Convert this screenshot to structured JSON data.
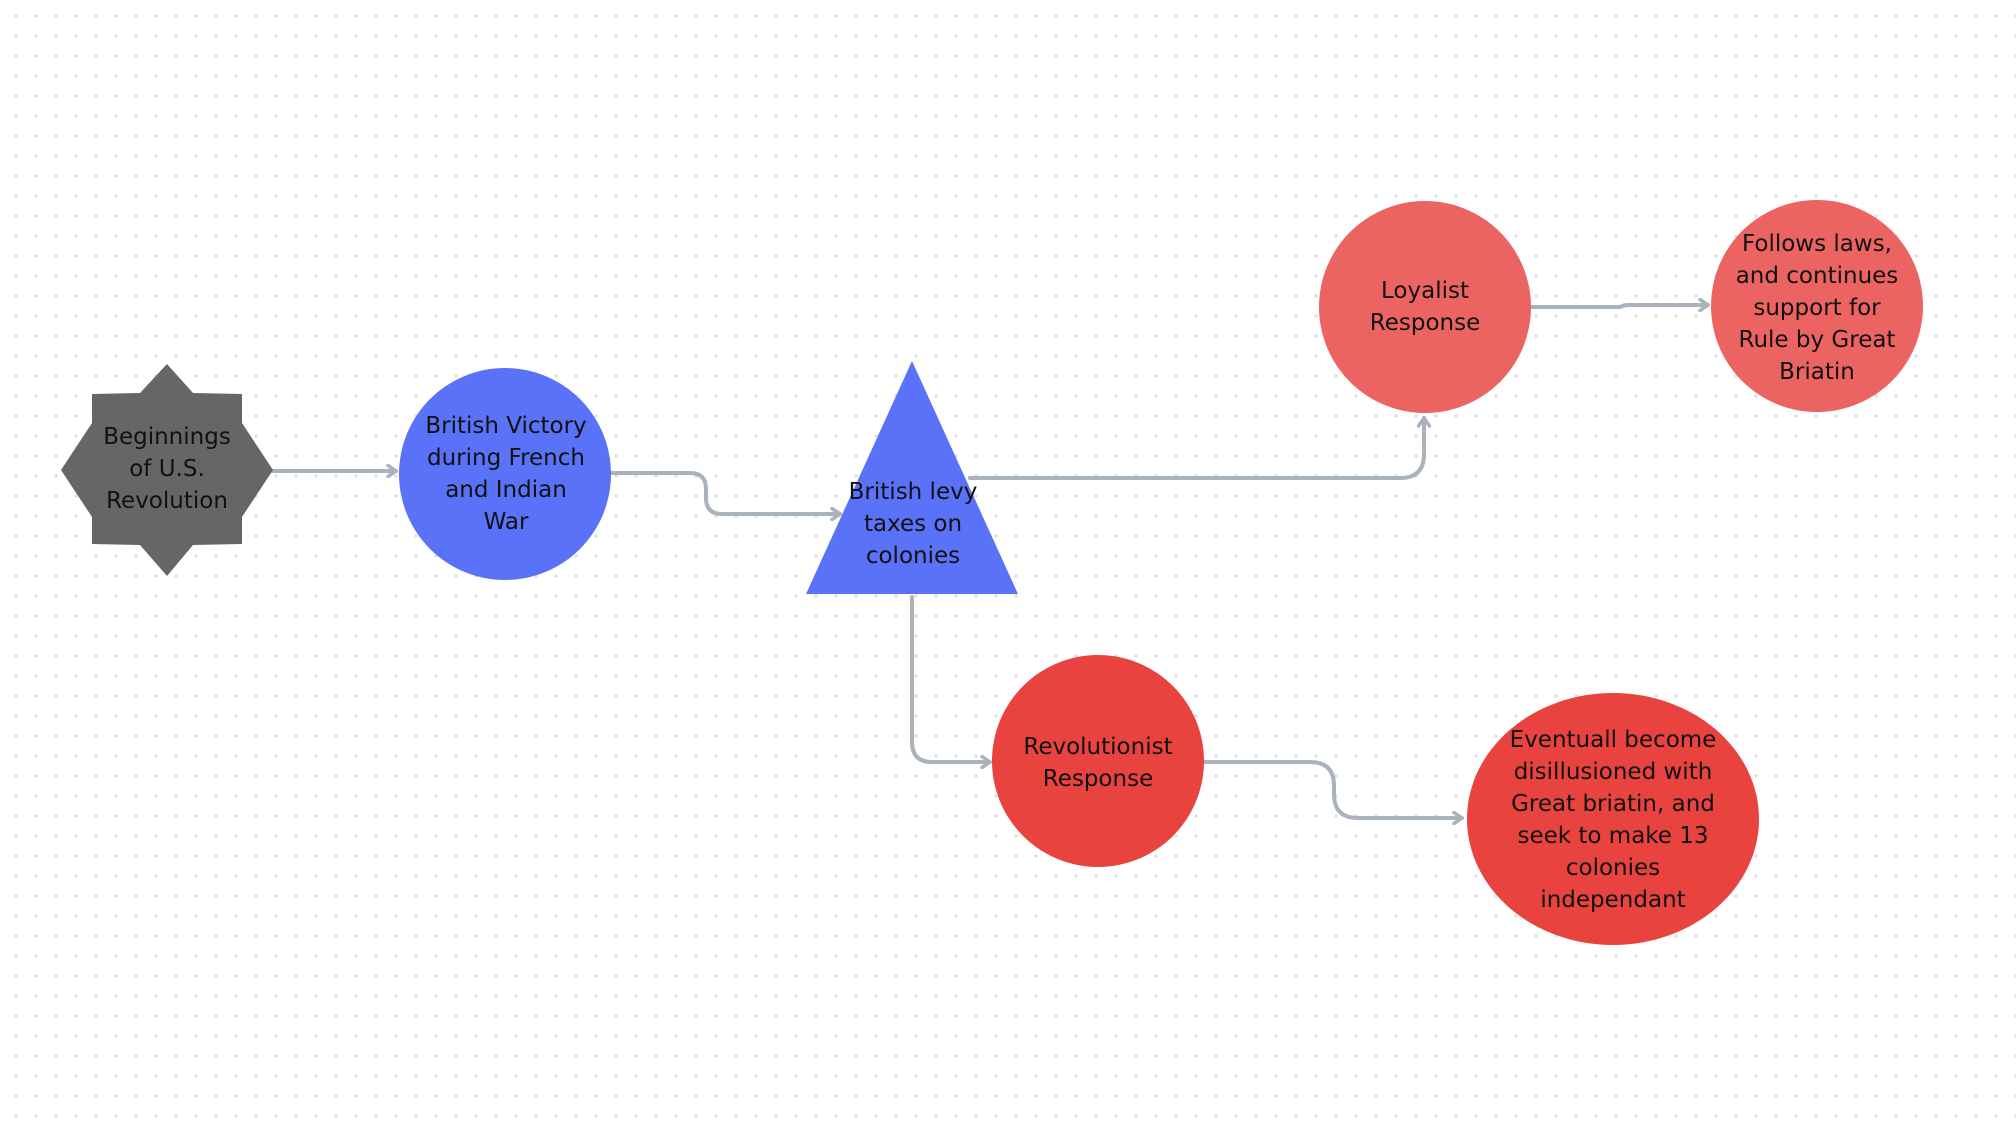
{
  "colors": {
    "start": "#666666",
    "blue": "#5a72f7",
    "loyalist": "#ec6461",
    "revolutionist": "#e8433f",
    "connector": "#aab2bb",
    "text": "#111111"
  },
  "nodes": {
    "start": {
      "label": "Beginnings\nof U.S.\nRevolution",
      "icon": "star-burst"
    },
    "victory": {
      "label": "British Victory\nduring French\nand Indian\nWar",
      "icon": "circle"
    },
    "taxes": {
      "label": "British levy\ntaxes on\ncolonies",
      "icon": "triangle"
    },
    "loyalist": {
      "label": "Loyalist\nResponse",
      "icon": "circle"
    },
    "loyalist_outcome": {
      "label": "Follows laws,\nand continues\nsupport for\nRule by Great\nBriatin",
      "icon": "circle"
    },
    "revolutionist": {
      "label": "Revolutionist\nResponse",
      "icon": "circle"
    },
    "revolutionist_outcome": {
      "label": "Eventuall become\ndisillusioned with\nGreat briatin, and\nseek to make 13\ncolonies\nindependant",
      "icon": "ellipse"
    }
  }
}
